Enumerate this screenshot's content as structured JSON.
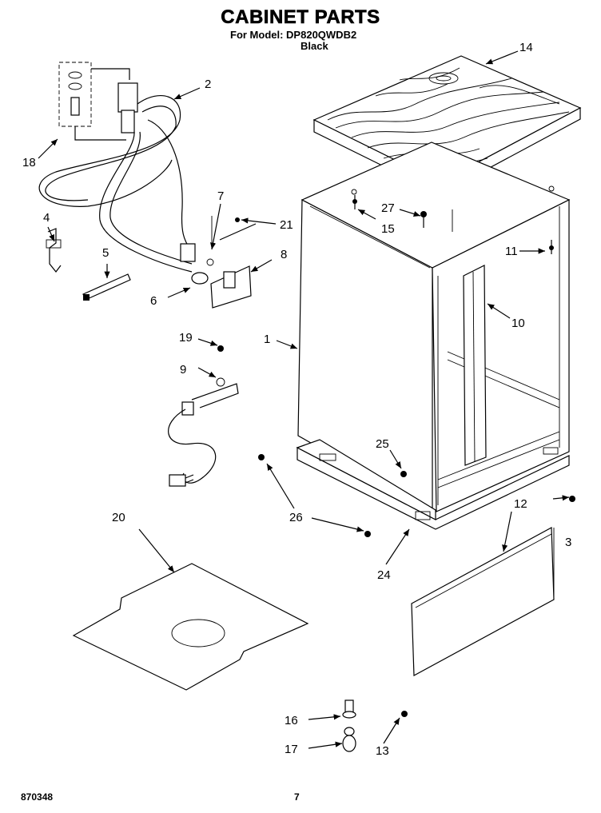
{
  "header": {
    "title": "CABINET PARTS",
    "model_line": "For Model: DP820QWDB2",
    "color_line": "Black"
  },
  "footer": {
    "doc_number": "870348",
    "page_number": "7"
  },
  "parts": [
    {
      "id": "p1",
      "label": "1"
    },
    {
      "id": "p2",
      "label": "2"
    },
    {
      "id": "p3",
      "label": "3"
    },
    {
      "id": "p4",
      "label": "4"
    },
    {
      "id": "p5",
      "label": "5"
    },
    {
      "id": "p6",
      "label": "6"
    },
    {
      "id": "p7",
      "label": "7"
    },
    {
      "id": "p8",
      "label": "8"
    },
    {
      "id": "p9",
      "label": "9"
    },
    {
      "id": "p10",
      "label": "10"
    },
    {
      "id": "p11",
      "label": "11"
    },
    {
      "id": "p12",
      "label": "12"
    },
    {
      "id": "p13",
      "label": "13"
    },
    {
      "id": "p14",
      "label": "14"
    },
    {
      "id": "p15",
      "label": "15"
    },
    {
      "id": "p16",
      "label": "16"
    },
    {
      "id": "p17",
      "label": "17"
    },
    {
      "id": "p18",
      "label": "18"
    },
    {
      "id": "p19",
      "label": "19"
    },
    {
      "id": "p20",
      "label": "20"
    },
    {
      "id": "p21",
      "label": "21"
    },
    {
      "id": "p24",
      "label": "24"
    },
    {
      "id": "p25",
      "label": "25"
    },
    {
      "id": "p26",
      "label": "26"
    },
    {
      "id": "p27",
      "label": "27"
    }
  ]
}
